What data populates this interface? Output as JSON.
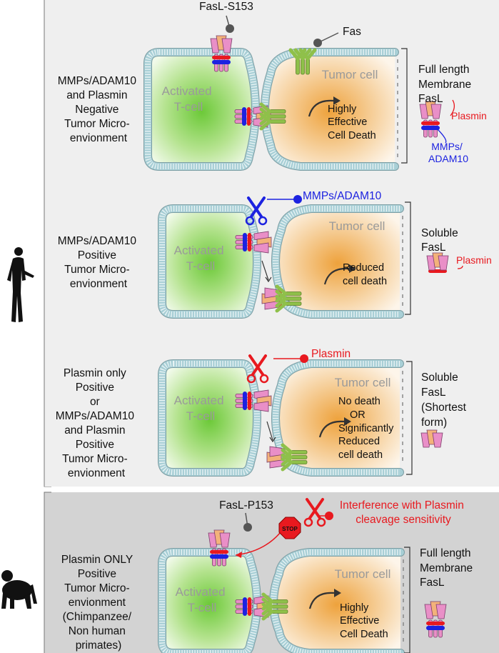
{
  "human_block": {
    "panel1": {
      "condition": [
        "MMPs/ADAM10",
        "and Plasmin",
        "Negative",
        "Tumor Micro-",
        "envionment"
      ],
      "ligand_label": "FasL-S153",
      "receptor_label": "Fas",
      "tcell_label": [
        "Activated",
        "T-cell"
      ],
      "tumor_label": "Tumor cell",
      "outcome": [
        "Highly",
        "Effective",
        "Cell Death"
      ],
      "form": [
        "Full length",
        "Membrane",
        "FasL"
      ],
      "plasmin_note": "Plasmin",
      "mmp_note": [
        "MMPs/",
        "ADAM10"
      ]
    },
    "panel2": {
      "condition": [
        "MMPs/ADAM10",
        "Positive",
        "Tumor Micro-",
        "envionment"
      ],
      "enzyme_label": "MMPs/ADAM10",
      "tcell_label": [
        "Activated",
        "T-cell"
      ],
      "tumor_label": "Tumor cell",
      "outcome": [
        "Reduced",
        "cell death"
      ],
      "form": [
        "Soluble",
        "FasL"
      ],
      "plasmin_note": "Plasmin"
    },
    "panel3": {
      "condition": [
        "Plasmin only",
        "Positive",
        "or",
        "MMPs/ADAM10",
        "and Plasmin",
        "Positive",
        "Tumor Micro-",
        "envionment"
      ],
      "enzyme_label": "Plasmin",
      "tcell_label": [
        "Activated",
        "T-cell"
      ],
      "tumor_label": "Tumor cell",
      "outcome": [
        "No death",
        "OR",
        "Significantly",
        "Reduced",
        "cell death"
      ],
      "form": [
        "Soluble",
        "FasL",
        "(Shortest",
        "form)"
      ]
    }
  },
  "primate_block": {
    "condition": [
      "Plasmin ONLY",
      "Positive",
      "Tumor Micro-",
      "envionment",
      "(Chimpanzee/",
      "Non human",
      "primates)"
    ],
    "ligand_label": "FasL-P153",
    "stop_sign": "STOP",
    "interference": [
      "Interference with Plasmin",
      "cleavage sensitivity"
    ],
    "tcell_label": [
      "Activated",
      "T-cell"
    ],
    "tumor_label": "Tumor cell",
    "outcome": [
      "Highly",
      "Effective",
      "Cell Death"
    ],
    "form": [
      "Full length",
      "Membrane",
      "FasL"
    ]
  },
  "colors": {
    "plasmin": "#e8191f",
    "mmp": "#1c22e0",
    "panel_bg": "#efefef",
    "primate_bg": "#d3d3d3",
    "tcell": "#6fcf3a",
    "tumor": "#f0a63a",
    "membrane": "#a8cfd6",
    "ligand": "#e98fc7",
    "receptor": "#8fc04a"
  },
  "icons": [
    "human-silhouette-icon",
    "chimpanzee-silhouette-icon",
    "scissors-icon",
    "stop-sign-icon"
  ]
}
